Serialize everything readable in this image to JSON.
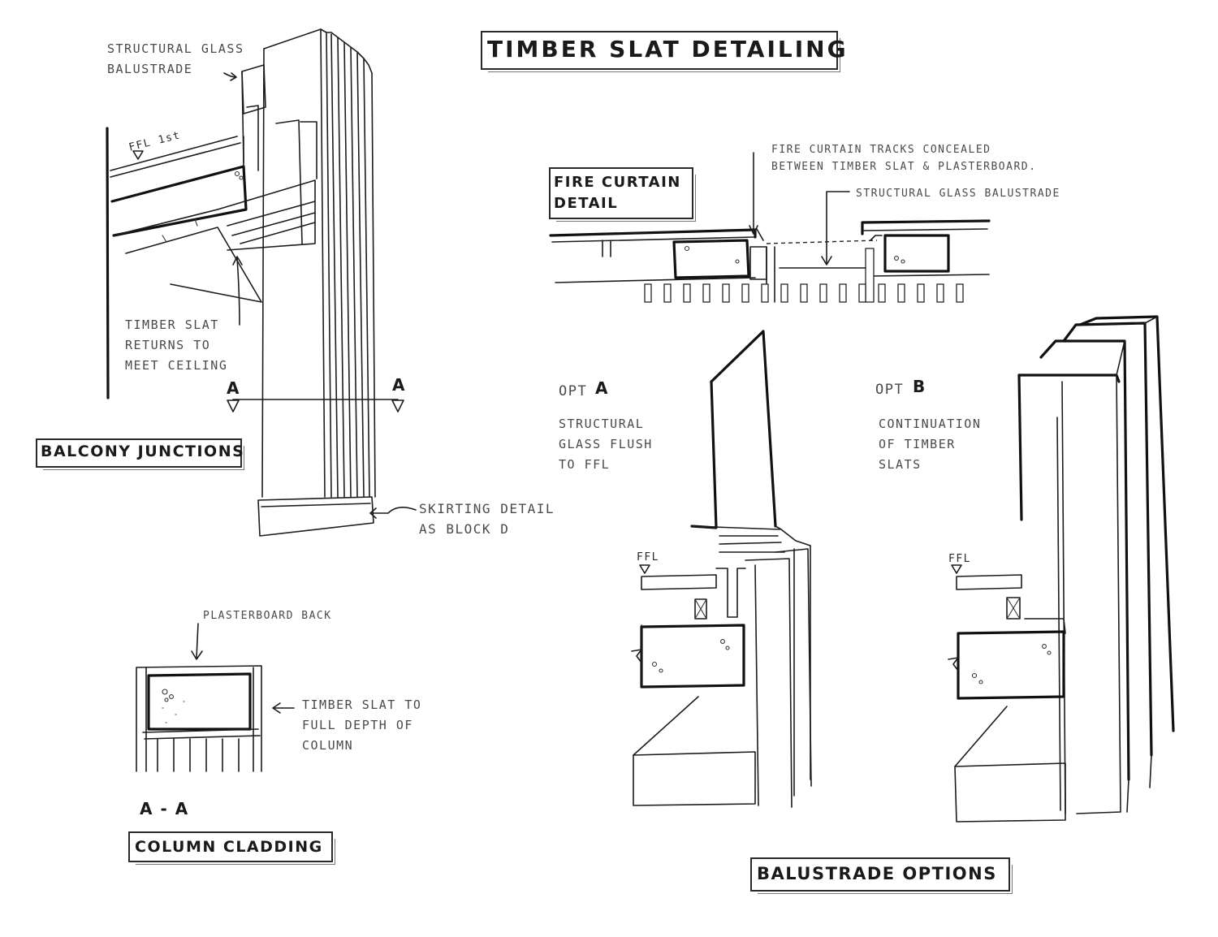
{
  "sheet_title": "TIMBER SLAT DETAILING",
  "balcony": {
    "title": "BALCONY JUNCTIONS",
    "glass_note": "STRUCTURAL GLASS\nBALUSTRADE",
    "ffl": "FFL 1st",
    "slat_note": "TIMBER SLAT\nRETURNS TO\nMEET CEILING",
    "section_mark": "A",
    "skirting_note": "SKIRTING DETAIL\nAS BLOCK D"
  },
  "column": {
    "title": "COLUMN CLADDING",
    "section_label": "A - A",
    "back_note": "PLASTERBOARD BACK",
    "slat_note": "TIMBER SLAT TO\nFULL DEPTH OF\nCOLUMN"
  },
  "fire": {
    "title": "FIRE CURTAIN\nDETAIL",
    "tracks_note": "FIRE CURTAIN TRACKS CONCEALED\nBETWEEN TIMBER SLAT & PLASTERBOARD.",
    "glass_note": "STRUCTURAL GLASS BALUSTRADE"
  },
  "balustrade": {
    "title": "BALUSTRADE OPTIONS",
    "opt_a_prefix": "OPT",
    "opt_a_letter": "A",
    "opt_a_note": "STRUCTURAL\nGLASS FLUSH\nTO FFL",
    "opt_b_prefix": "OPT",
    "opt_b_letter": "B",
    "opt_b_note": "CONTINUATION\nOF TIMBER\nSLATS",
    "ffl": "FFL"
  }
}
